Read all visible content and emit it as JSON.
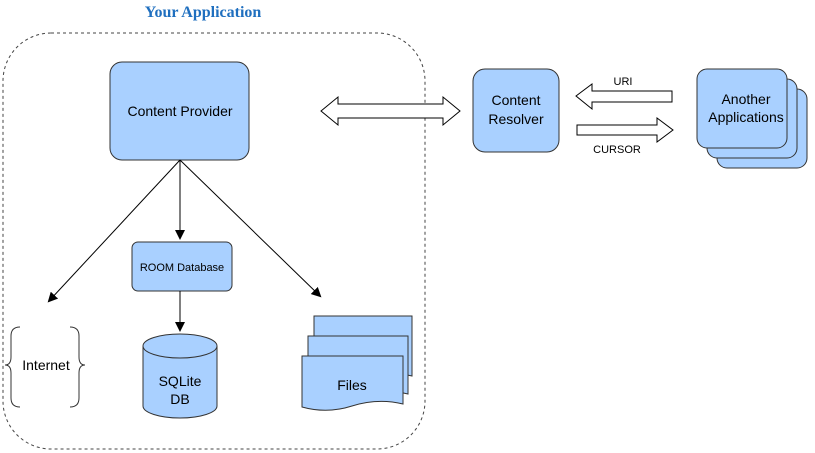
{
  "title": "Your Application",
  "colors": {
    "title": "#1f6fbf",
    "node_fill": "#a9d0ff",
    "node_stroke": "#333333",
    "container_stroke": "#444444"
  },
  "nodes": {
    "content_provider": "Content Provider",
    "room_database": "ROOM Database",
    "internet": "Internet",
    "sqlite_line1": "SQLite",
    "sqlite_line2": "DB",
    "files": "Files",
    "content_resolver_line1": "Content",
    "content_resolver_line2": "Resolver",
    "another_apps_line1": "Another",
    "another_apps_line2": "Applications"
  },
  "edges": {
    "uri": "URI",
    "cursor": "CURSOR"
  }
}
